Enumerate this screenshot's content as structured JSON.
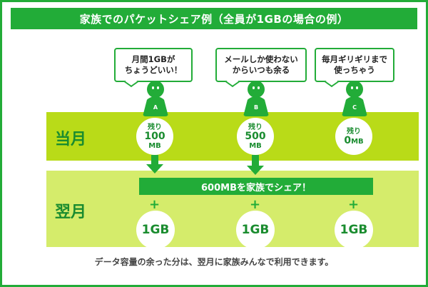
{
  "title": "家族でのパケットシェア例（全員が1GBの場合の例）",
  "rows": {
    "current_month": "当月",
    "next_month": "翌月"
  },
  "members": [
    {
      "letter": "A",
      "speech": [
        "月間1GBが",
        "ちょうどいい！"
      ],
      "remaining_label": "残り",
      "remaining_value": "100",
      "remaining_unit": "MB"
    },
    {
      "letter": "B",
      "speech": [
        "メールしか使わない",
        "からいつも余る"
      ],
      "remaining_label": "残り",
      "remaining_value": "500",
      "remaining_unit": "MB"
    },
    {
      "letter": "C",
      "speech": [
        "毎月ギリギリまで",
        "使っちゃう"
      ],
      "remaining_label": "残り",
      "remaining_value": "0",
      "remaining_unit": "MB"
    }
  ],
  "share_bar": "600MBを家族でシェア！",
  "plus_sign": "+",
  "next_month_allowance": "1GB",
  "footnote": "データ容量の余った分は、翌月に家族みんなで利用できます。",
  "colors": {
    "primary_green": "#22ac38",
    "band_top": "#b9db18",
    "band_bottom": "#d5ec6b"
  }
}
